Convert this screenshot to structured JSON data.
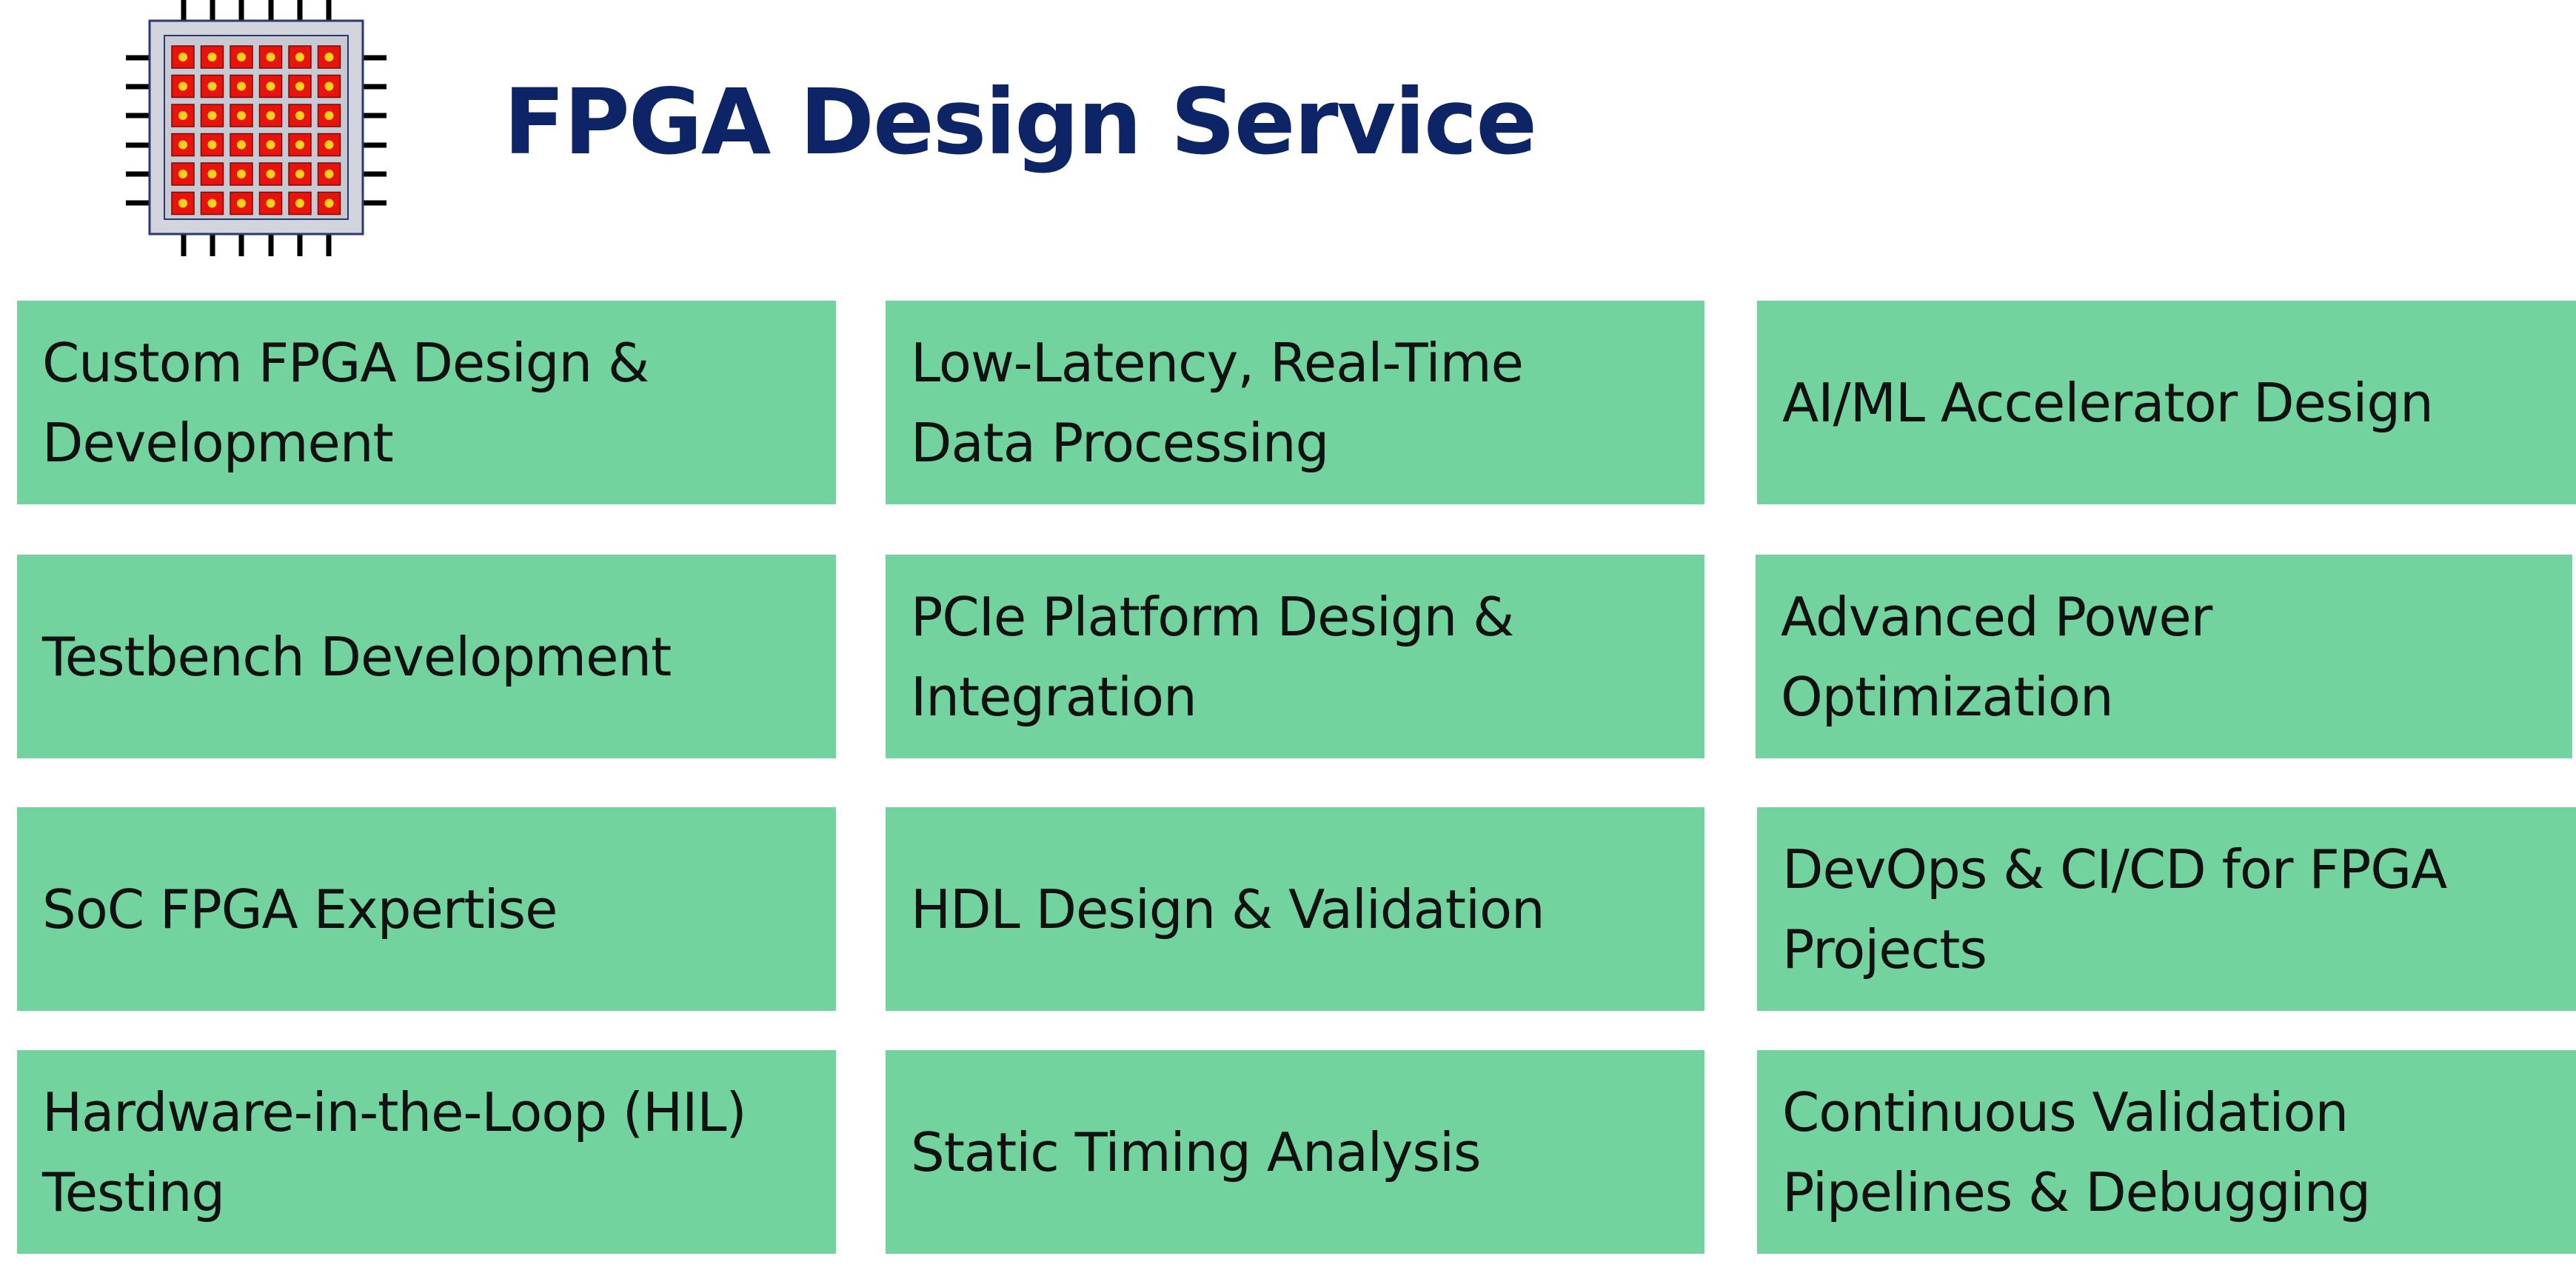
{
  "header": {
    "title": "FPGA Design Service",
    "logo_icon": "fpga-chip-icon"
  },
  "colors": {
    "title": "#0d2567",
    "tile_background": "#72d39e",
    "tile_text": "#111111",
    "chip_cell_red": "#e8140c",
    "chip_cell_yellow": "#f6d21d",
    "chip_frame": "#d2d4de",
    "chip_pin": "#000000"
  },
  "services": [
    {
      "label": "Custom FPGA Design &\nDevelopment"
    },
    {
      "label": "Low-Latency, Real-Time\nData Processing"
    },
    {
      "label": "AI/ML Accelerator Design"
    },
    {
      "label": "Testbench Development"
    },
    {
      "label": "PCIe Platform Design &\nIntegration"
    },
    {
      "label": "Advanced Power\nOptimization"
    },
    {
      "label": "SoC FPGA Expertise"
    },
    {
      "label": "HDL Design & Validation"
    },
    {
      "label": "DevOps & CI/CD for FPGA\nProjects"
    },
    {
      "label": "Hardware-in-the-Loop (HIL)\nTesting"
    },
    {
      "label": "Static Timing Analysis"
    },
    {
      "label": "Continuous Validation\nPipelines & Debugging"
    }
  ]
}
